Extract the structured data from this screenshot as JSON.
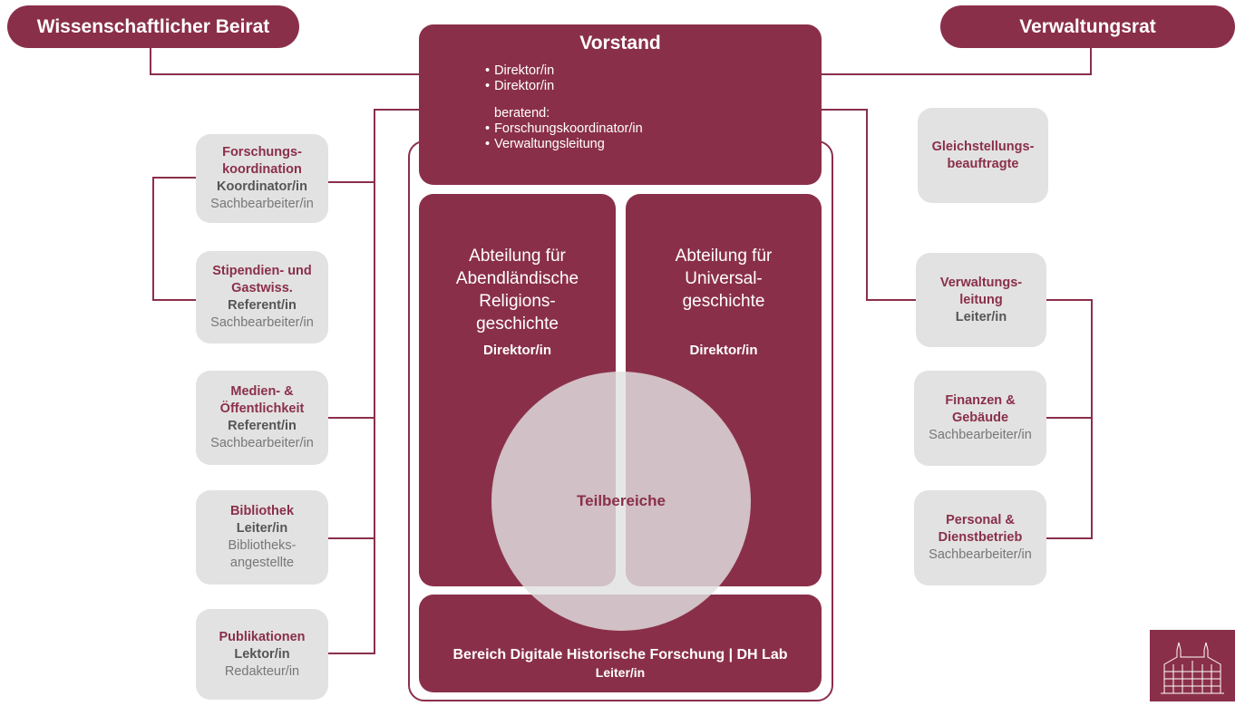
{
  "top_left": "Wissenschaftlicher Beirat",
  "top_right": "Verwaltungsrat",
  "vorstand": {
    "title": "Vorstand",
    "members": [
      "Direktor/in",
      "Direktor/in"
    ],
    "advisory_label": "beratend:",
    "advisory": [
      "Forschungskoordinator/in",
      "Verwaltungsleitung"
    ]
  },
  "left_boxes": [
    {
      "lines": [
        "Forschungs-",
        "koordination"
      ],
      "role": "Koordinator/in",
      "staff": [
        "Sachbearbeiter/in"
      ]
    },
    {
      "lines": [
        "Stipendien- und",
        "Gastwiss."
      ],
      "role": "Referent/in",
      "staff": [
        "Sachbearbeiter/in"
      ]
    },
    {
      "lines": [
        "Medien- &",
        "Öffentlichkeit"
      ],
      "role": "Referent/in",
      "staff": [
        "Sachbearbeiter/in"
      ]
    },
    {
      "lines": [
        "Bibliothek"
      ],
      "role": "Leiter/in",
      "staff": [
        "Bibliotheks-",
        "angestellte"
      ]
    },
    {
      "lines": [
        "Publikationen"
      ],
      "role": "Lektor/in",
      "staff": [
        "Redakteur/in"
      ]
    }
  ],
  "right_boxes": [
    {
      "lines": [
        "Gleichstellungs-",
        "beauftragte"
      ],
      "role": "",
      "staff": []
    },
    {
      "lines": [
        "Verwaltungs-",
        "leitung"
      ],
      "role": "Leiter/in",
      "staff": []
    },
    {
      "lines": [
        "Finanzen &",
        "Gebäude"
      ],
      "role": "",
      "staff": [
        "Sachbearbeiter/in"
      ]
    },
    {
      "lines": [
        "Personal &",
        "Dienstbetrieb"
      ],
      "role": "",
      "staff": [
        "Sachbearbeiter/in"
      ]
    }
  ],
  "dept_left": {
    "title": [
      "Abteilung für",
      "Abendländische",
      "Religions-",
      "geschichte"
    ],
    "head": "Direktor/in"
  },
  "dept_right": {
    "title": [
      "Abteilung für",
      "Universal-",
      "geschichte"
    ],
    "head": "Direktor/in"
  },
  "circle_label": "Teilbereiche",
  "dh_lab": {
    "title": "Bereich Digitale Historische Forschung | DH Lab",
    "head": "Leiter/in"
  },
  "logo": "building-logo-icon"
}
